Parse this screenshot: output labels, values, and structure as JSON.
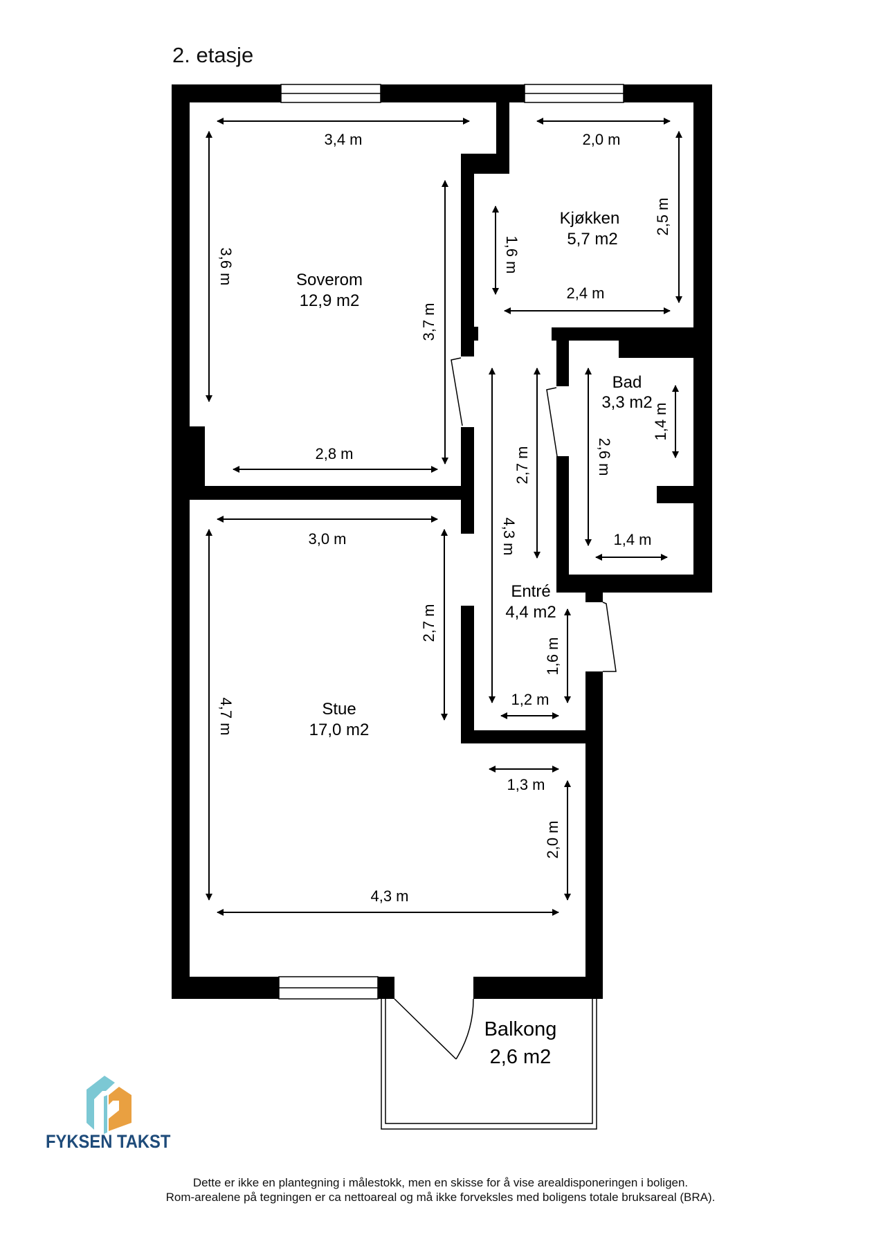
{
  "floor_title": "2. etasje",
  "rooms": {
    "soverom": {
      "name": "Soverom",
      "area": "12,9 m2"
    },
    "kjokken": {
      "name": "Kjøkken",
      "area": "5,7 m2"
    },
    "bad": {
      "name": "Bad",
      "area": "3,3 m2"
    },
    "entre": {
      "name": "Entré",
      "area": "4,4 m2"
    },
    "stue": {
      "name": "Stue",
      "area": "17,0 m2"
    },
    "balkong": {
      "name": "Balkong",
      "area": "2,6 m2"
    }
  },
  "dimensions": {
    "soverom_top": "3,4 m",
    "soverom_left": "3,6 m",
    "soverom_right": "3,7 m",
    "soverom_bottom": "2,8 m",
    "kjokken_top": "2,0 m",
    "kjokken_right": "2,5 m",
    "kjokken_left": "1,6 m",
    "kjokken_bottom": "2,4 m",
    "bad_left": "2,6 m",
    "bad_right": "1,4 m",
    "bad_bottom": "1,4 m",
    "entre_long": "4,3 m",
    "entre_mid": "2,7 m",
    "entre_right": "1,6 m",
    "entre_bottom": "1,2 m",
    "stue_top": "3,0 m",
    "stue_right_upper": "2,7 m",
    "stue_left": "4,7 m",
    "stue_notch_width": "1,3 m",
    "stue_notch_height": "2,0 m",
    "stue_bottom": "4,3 m"
  },
  "logo": {
    "text": "FYKSEN TAKST",
    "colors": {
      "teal": "#7cc8d4",
      "orange": "#e9a041",
      "navy": "#1e4b7a"
    }
  },
  "disclaimer": {
    "line1": "Dette er ikke en plantegning i målestokk, men en skisse for å vise arealdisponeringen i boligen.",
    "line2": "Rom-arealene på tegningen er ca nettoareal og må ikke forveksles med boligens totale bruksareal (BRA)."
  }
}
